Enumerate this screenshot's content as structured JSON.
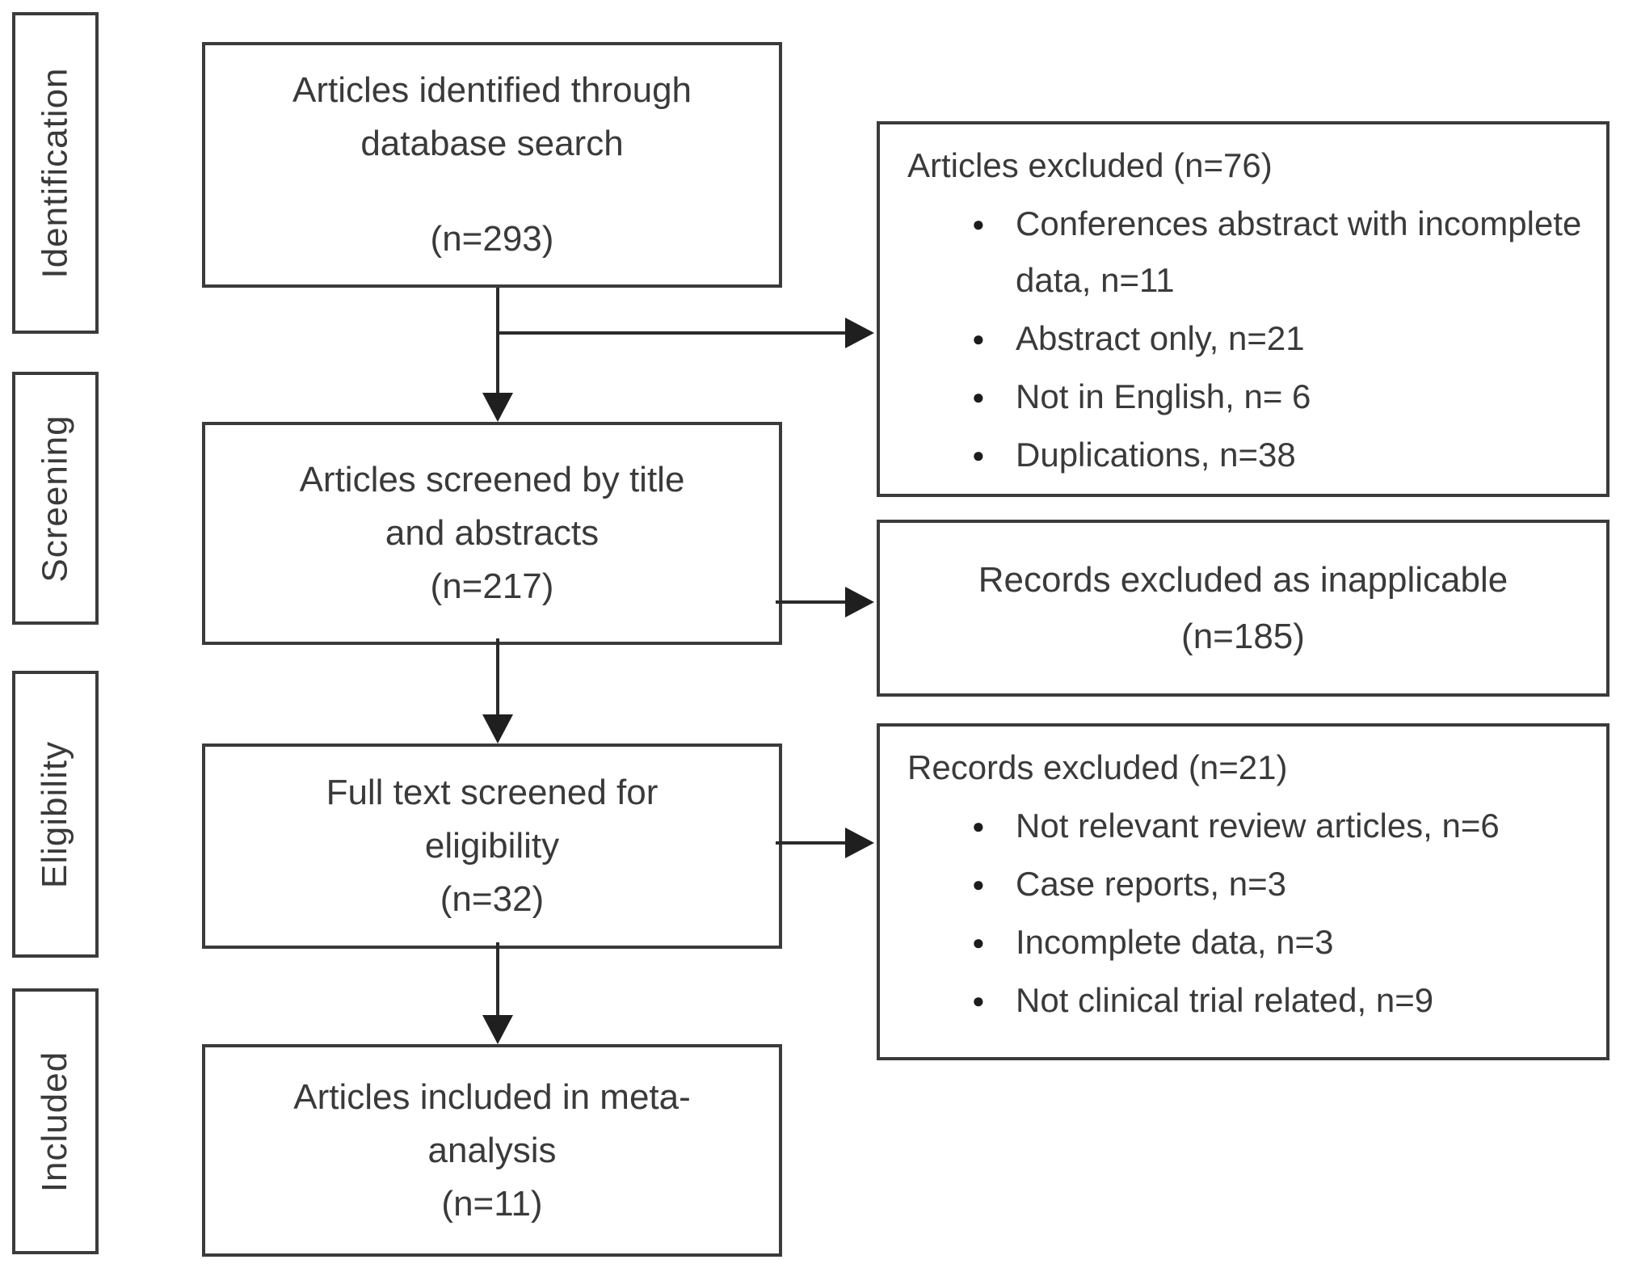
{
  "diagram": {
    "stages": [
      {
        "label": "Identification"
      },
      {
        "label": "Screening"
      },
      {
        "label": "Eligibility"
      },
      {
        "label": "Included"
      }
    ],
    "flow": [
      {
        "line1": "Articles identified through",
        "line2": "database search",
        "count": "(n=293)"
      },
      {
        "line1": "Articles screened by title",
        "line2": "and abstracts",
        "count": "(n=217)"
      },
      {
        "line1": "Full text screened for",
        "line2": "eligibility",
        "count": "(n=32)"
      },
      {
        "line1": "Articles included in meta-",
        "line2": "analysis",
        "count": "(n=11)"
      }
    ],
    "exclusions": [
      {
        "title": "Articles excluded (n=76)",
        "items": [
          "Conferences abstract with incomplete data, n=11",
          "Abstract only, n=21",
          "Not in English, n= 6",
          "Duplications, n=38"
        ]
      },
      {
        "title": "Records excluded as inapplicable",
        "count": "(n=185)"
      },
      {
        "title": "Records excluded (n=21)",
        "items": [
          "Not relevant review articles, n=6",
          "Case reports, n=3",
          "Incomplete data, n=3",
          "Not clinical trial related, n=9"
        ]
      }
    ],
    "icons": {
      "bullet": "●"
    },
    "colors": {
      "border": "#3b3b3b",
      "text": "#3a3a3a",
      "arrow": "#1f1f1f",
      "background": "#ffffff"
    }
  }
}
